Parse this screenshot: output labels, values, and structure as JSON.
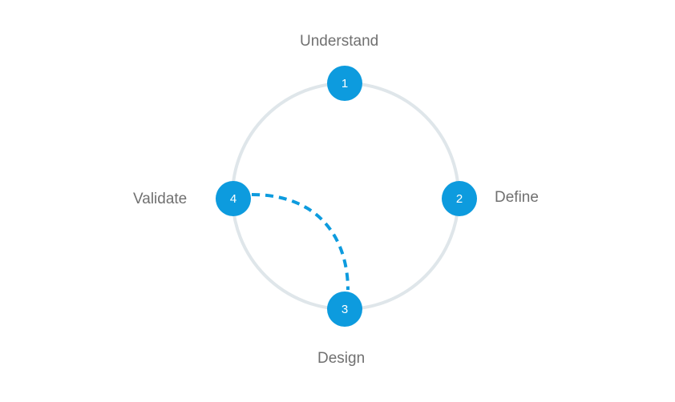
{
  "colors": {
    "ring": "#dfe6ea",
    "accent": "#0d9bde",
    "label": "#707070",
    "node_text": "#ffffff",
    "background": "#ffffff"
  },
  "steps": [
    {
      "number": "1",
      "label": "Understand"
    },
    {
      "number": "2",
      "label": "Define"
    },
    {
      "number": "3",
      "label": "Design"
    },
    {
      "number": "4",
      "label": "Validate"
    }
  ],
  "connector": {
    "from": "4",
    "to": "3",
    "style": "dashed"
  }
}
